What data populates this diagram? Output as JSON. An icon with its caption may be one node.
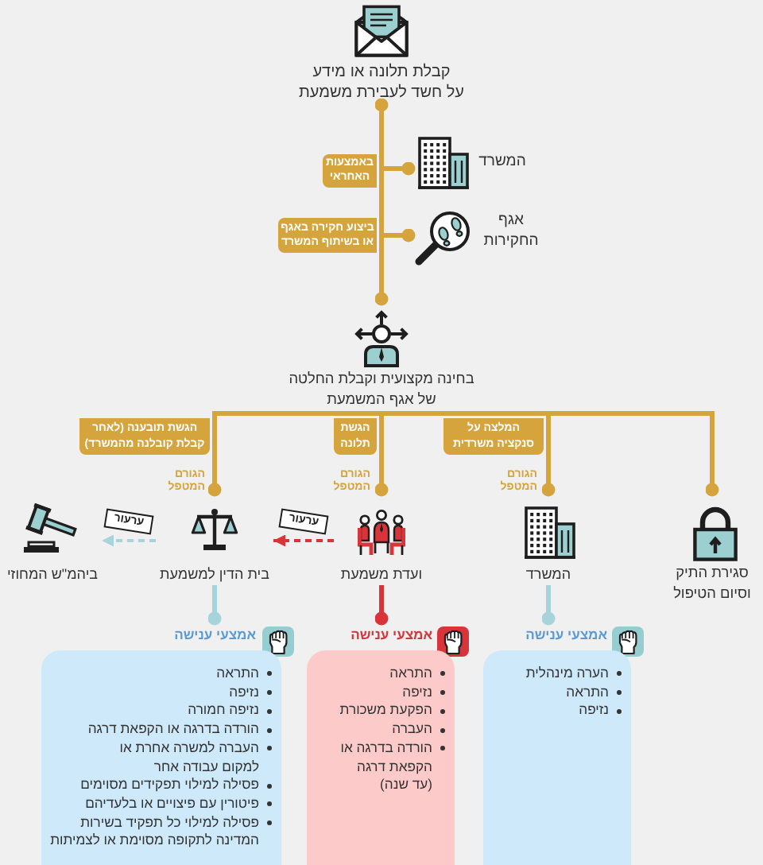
{
  "diagram": {
    "nodes": [
      {
        "text": [
          "קבלת תלונה או מידע על חשד לעבירת משמעת"
        ]
      },
      {
        "text": [
          "המשרד"
        ]
      },
      {
        "text": [
          "אגף החקירות"
        ]
      },
      {
        "text": [
          "בחינה מקצועית וקבלת החלטה של אגף המשמעת"
        ]
      },
      {
        "text": [
          "סגירת התיק וסיום הטיפול"
        ]
      },
      {
        "text": [
          "המשרד"
        ],
        "beside": [
          "הגורם המטפל"
        ]
      },
      {
        "text": [
          "ועדת משמעת"
        ],
        "beside": [
          "הגורם המטפל"
        ]
      },
      {
        "text": [
          "בית הדין למשמעת"
        ],
        "beside": [
          "הגורם המטפל"
        ]
      },
      {
        "text": [
          "ביהמ\"ש המחוזי"
        ]
      },
      {
        "text": [
          "אמצעי ענישה",
          "הערה מינהלית",
          "התראה",
          "נזיפה"
        ]
      },
      {
        "text": [
          "אמצעי ענישה",
          "התראה",
          "נזיפה",
          "הפקעת משכורת",
          "העברה",
          "הורדה בדרגה או הקפאת דרגה (עד שנה)"
        ]
      },
      {
        "text": [
          "אמצעי ענישה",
          "התראה",
          "נזיפה",
          "נזיפה חמורה",
          "הורדה בדרגה או הקפאת דרגה",
          "העברה למשרה אחרת או למקום עבודה אחר",
          "פסילה למילוי תפקידים מסוימים",
          "פיטורין עם פיצויים או בלעדיהם",
          "פסילה למילוי כל תפקיד בשירות המדינה לתקופה מסוימת או לצמיתות"
        ]
      }
    ],
    "edges": [
      {
        "from": 0,
        "to": 3,
        "arrow": "other"
      },
      {
        "from": null,
        "to": 1,
        "arrow": "other",
        "label": "באמצעות האחראי"
      },
      {
        "from": null,
        "to": 2,
        "arrow": "other",
        "label": "ביצוע חקירה באגף או בשיתוף המשרד"
      },
      {
        "from": 3,
        "to": 4,
        "arrow": "other"
      },
      {
        "from": 3,
        "to": 5,
        "arrow": "other",
        "label": "המלצה על סנקציה משרדית"
      },
      {
        "from": 3,
        "to": 6,
        "arrow": "other",
        "label": "הגשת תלונה"
      },
      {
        "from": 3,
        "to": 7,
        "arrow": "other",
        "label": "הגשת תובענה (לאחר קבלת קובלנה מהמשרד)"
      },
      {
        "from": 6,
        "to": 7,
        "arrow": "to",
        "label": "ערעור",
        "style": "dashed",
        "color": "#d9343a"
      },
      {
        "from": 7,
        "to": 8,
        "arrow": "to",
        "label": "ערעור",
        "style": "dashed",
        "color": "#a7d4da"
      },
      {
        "from": 5,
        "to": 9,
        "arrow": "other",
        "color": "#a7d4da"
      },
      {
        "from": 6,
        "to": 10,
        "arrow": "other",
        "color": "#d9343a"
      },
      {
        "from": 7,
        "to": 11,
        "arrow": "other",
        "color": "#a7d4da"
      }
    ]
  }
}
